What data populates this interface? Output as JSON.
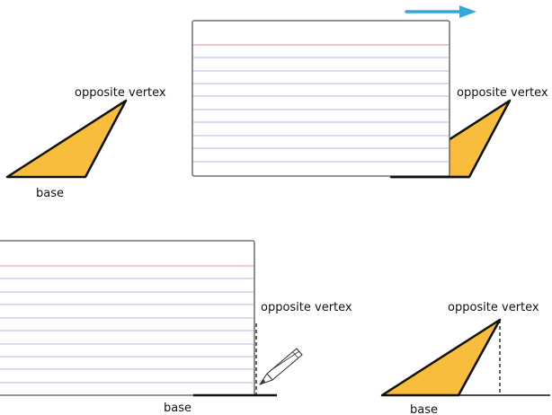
{
  "title": "",
  "labels": {
    "opposite_vertex": "opposite vertex",
    "base": "base"
  },
  "panels": [
    {
      "id": "triangle-alone",
      "labels": [
        "opposite vertex",
        "base"
      ]
    },
    {
      "id": "card-slides-right",
      "labels": [
        "opposite vertex"
      ]
    },
    {
      "id": "card-with-pencil",
      "labels": [
        "opposite vertex",
        "base"
      ]
    },
    {
      "id": "triangle-with-height",
      "labels": [
        "opposite vertex",
        "base"
      ]
    }
  ],
  "colors": {
    "triangle_fill": "#F8BD3D",
    "outline": "#111111",
    "card_border": "#555555",
    "card_red_line": "#F4A7A7",
    "card_blue_line": "#C3C7EC",
    "arrow": "#33A8DC",
    "dashed_line": "#111111"
  },
  "icons": [
    "right-arrow-icon",
    "pencil-icon"
  ]
}
